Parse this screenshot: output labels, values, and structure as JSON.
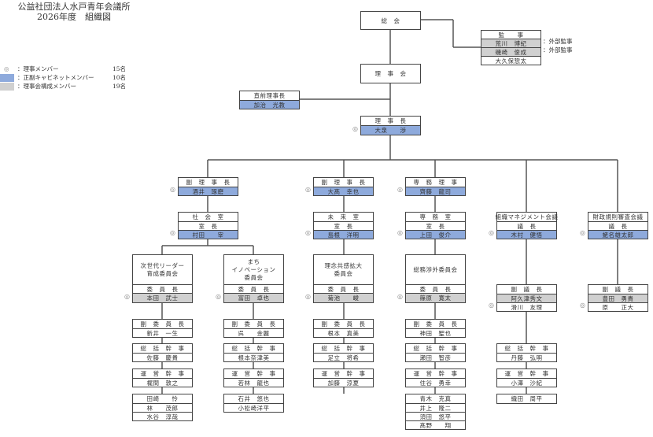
{
  "title": {
    "line1": "公益社団法人水戸青年会議所",
    "line2": "2026年度　組織図"
  },
  "legend": [
    {
      "icon": "double-circle-icon",
      "label": "：理事メンバー",
      "count": "15名"
    },
    {
      "swatch": "#8eaadc",
      "label": "：正副キャビネットメンバー",
      "count": "10名"
    },
    {
      "swatch": "#d0d0d0",
      "label": "：理事会構成メンバー",
      "count": "19名"
    }
  ],
  "mark": "◎",
  "colors": {
    "cabinet": "#8eaadc",
    "board": "#d0d0d0",
    "line": "#555555"
  },
  "boxes": {
    "general": {
      "rows": [
        "総　会"
      ]
    },
    "auditor": {
      "rows": [
        "監　　事",
        "荒川　博紀",
        "磯崎　俊成",
        "大久保惣太"
      ],
      "notes": [
        "：外部監事",
        "：外部監事"
      ]
    },
    "board": {
      "rows": [
        "理　事　会"
      ]
    },
    "past_president": {
      "rows": [
        "直前理事長",
        "加治　光教"
      ]
    },
    "president": {
      "rows": [
        "理　事　長",
        "大泉　　渉"
      ]
    },
    "vp1": {
      "rows": [
        "副　理　事　長",
        "酒井　琢磨"
      ]
    },
    "vp2": {
      "rows": [
        "副　理　事　長",
        "大髙　幸也"
      ]
    },
    "exec_dir": {
      "rows": [
        "専　務　理　事",
        "齊藤　龍司"
      ]
    },
    "room1": {
      "rows": [
        "社　会　室",
        "室　長",
        "村田　　宰"
      ]
    },
    "room2": {
      "rows": [
        "未　来　室",
        "室　長",
        "島根　洋明"
      ]
    },
    "room3": {
      "rows": [
        "専　務　室",
        "室　長",
        "上田　俊介"
      ]
    },
    "council1": {
      "rows": [
        "組織マネジメント会議",
        "議　長",
        "木村　健悟"
      ]
    },
    "council2": {
      "rows": [
        "財政規則審査会議",
        "議　長",
        "蛯名雄太郎"
      ]
    },
    "comm1": {
      "rows": [
        "次世代リーダー\n育成委員会",
        "委　員　長",
        "本田　武士"
      ]
    },
    "comm2": {
      "rows": [
        "まち\nイノベーション\n委員会",
        "委　員　長",
        "富田　卓也"
      ]
    },
    "comm3": {
      "rows": [
        "理念共感拡大\n委員会",
        "委　員　長",
        "菊池　　峻"
      ]
    },
    "comm4": {
      "rows": [
        "総務渉外委員会",
        "委　員　長",
        "篠原　寛太"
      ]
    },
    "vchair4": {
      "rows": [
        "副　議　長",
        "阿久津秀文",
        "滑川　友理"
      ]
    },
    "vchair5": {
      "rows": [
        "副　議　長",
        "豊田　勇貴",
        "原　　正大"
      ]
    },
    "c1_vice": {
      "rows": [
        "副　委　員　長",
        "新井　一生"
      ]
    },
    "c1_gen": {
      "rows": [
        "総　括　幹　事",
        "佐藤　慶貴"
      ]
    },
    "c1_ops": {
      "rows": [
        "運　営　幹　事",
        "梶間　敦之"
      ]
    },
    "c1_mem": {
      "rows": [
        "田崎　　怜",
        "林　　茂郎",
        "水谷　淳哉"
      ]
    },
    "c2_vice": {
      "rows": [
        "副　委　員　長",
        "呉　　金麗"
      ]
    },
    "c2_gen": {
      "rows": [
        "総　括　幹　事",
        "根本奈津美"
      ]
    },
    "c2_ops": {
      "rows": [
        "運　営　幹　事",
        "若林　龍也"
      ]
    },
    "c2_mem": {
      "rows": [
        "石井　悠也",
        "小松崎洋平"
      ]
    },
    "c3_vice": {
      "rows": [
        "副　委　員　長",
        "根本　真美"
      ]
    },
    "c3_gen": {
      "rows": [
        "総　括　幹　事",
        "足立　将希"
      ]
    },
    "c3_ops": {
      "rows": [
        "運　営　幹　事",
        "加藤　涼夏"
      ]
    },
    "c4_vice": {
      "rows": [
        "副　委　員　長",
        "神田　聖也"
      ]
    },
    "c4_gen": {
      "rows": [
        "総　括　幹　事",
        "瀬田　智彦"
      ]
    },
    "c4_ops": {
      "rows": [
        "運　営　幹　事",
        "住谷　勇幸"
      ]
    },
    "c4_mem": {
      "rows": [
        "青木　克真",
        "井上　隆二",
        "須田　悠平",
        "髙野　　翔"
      ]
    },
    "k4_gen": {
      "rows": [
        "総　括　幹　事",
        "丹藤　弘明"
      ]
    },
    "k4_ops": {
      "rows": [
        "運　営　幹　事",
        "小澤　沙紀"
      ]
    },
    "k4_mem": {
      "rows": [
        "織田　周平"
      ]
    }
  }
}
